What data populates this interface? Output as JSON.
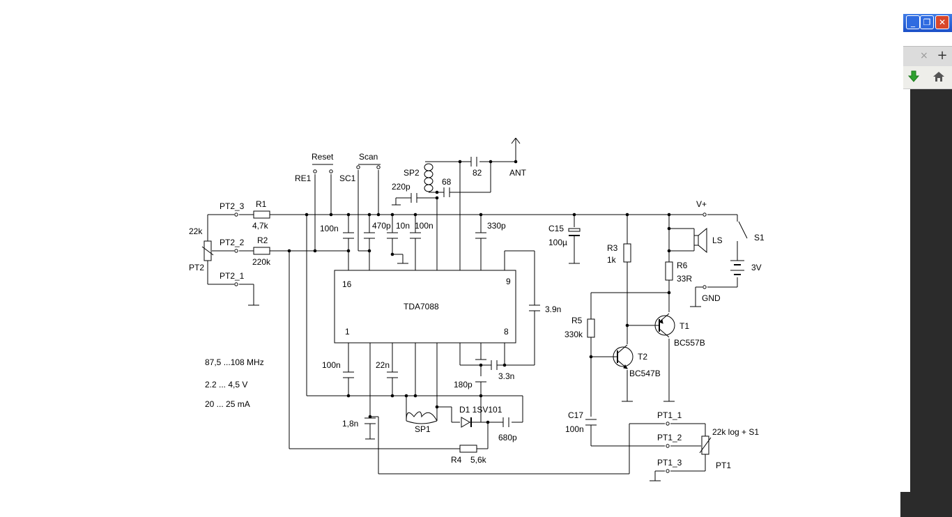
{
  "labels": {
    "reset": "Reset",
    "scan": "Scan",
    "re1": "RE1",
    "sc1": "SC1",
    "sp2": "SP2",
    "c220p": "220p",
    "c68": "68",
    "c82": "82",
    "ant": "ANT",
    "pt2_3": "PT2_3",
    "pt2_2": "PT2_2",
    "pt2_1": "PT2_1",
    "r1": "R1",
    "r1v": "4,7k",
    "r2": "R2",
    "r2v": "220k",
    "pt2val": "22k",
    "pt2": "PT2",
    "c100n_a": "100n",
    "c470p": "470p",
    "c10n": "10n",
    "c100n_b": "100n",
    "c330p": "330p",
    "c15": "C15",
    "c15v": "100µ",
    "vplus": "V+",
    "s1": "S1",
    "ls": "LS",
    "v3": "3V",
    "gnd": "GND",
    "r3": "R3",
    "r3v": "1k",
    "r6": "R6",
    "r6v": "33R",
    "pin16": "16",
    "pin9": "9",
    "chip": "TDA7088",
    "pin1": "1",
    "pin8": "8",
    "c39n": "3.9n",
    "r5": "R5",
    "r5v": "330k",
    "t1": "T1",
    "t1v": "BC557B",
    "t2": "T2",
    "t2v": "BC547B",
    "freq": "87,5 ...108 MHz",
    "volt": "2.2 ... 4,5 V",
    "curr": "20 ... 25 mA",
    "c100n_c": "100n",
    "c22n": "22n",
    "c33n": "3.3n",
    "c180p": "180p",
    "c18n": "1,8n",
    "d1": "D1  1SV101",
    "sp1": "SP1",
    "c680p": "680p",
    "r4": "R4",
    "r4v": "5,6k",
    "c17": "C17",
    "c17v": "100n",
    "pt1_1": "PT1_1",
    "pt1_2": "PT1_2",
    "pt1_3": "PT1_3",
    "pt1val": "22k log + S1",
    "pt1": "PT1"
  },
  "chrome": {
    "minimize": "_",
    "restore": "❐",
    "close": "✕",
    "tab_close": "×",
    "tab_new": "+",
    "icons": [
      "download-arrow-icon",
      "home-icon"
    ],
    "colors": {
      "titlebar": "#2c63d6",
      "close_btn": "#d8472a",
      "panel": "#2b2b2b",
      "download": "#2ea02e"
    }
  }
}
